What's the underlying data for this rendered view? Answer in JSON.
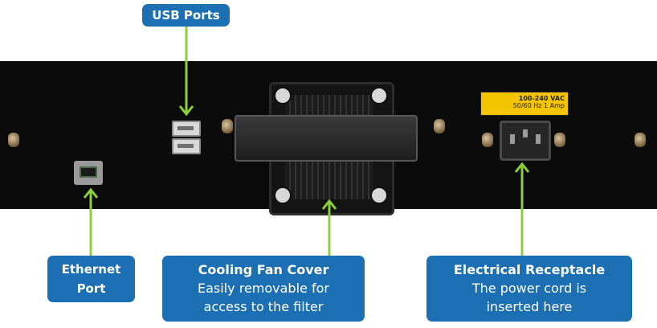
{
  "labels": {
    "usb": {
      "title": "USB Ports"
    },
    "ethernet": {
      "line1": "Ethernet",
      "line2": "Port"
    },
    "fan": {
      "title": "Cooling Fan Cover",
      "line1": "Easily removable for",
      "line2": "access to the filter"
    },
    "electrical": {
      "title": "Electrical Receptacle",
      "line1": "The power cord is",
      "line2": "inserted here"
    }
  },
  "warning_label": {
    "line1": "100-240 VAC",
    "line2": "50/60 Hz  1 Amp"
  },
  "colors": {
    "callout": "#1d6fb3",
    "leader": "#8ccf3a",
    "panel": "#0b0b0b"
  }
}
